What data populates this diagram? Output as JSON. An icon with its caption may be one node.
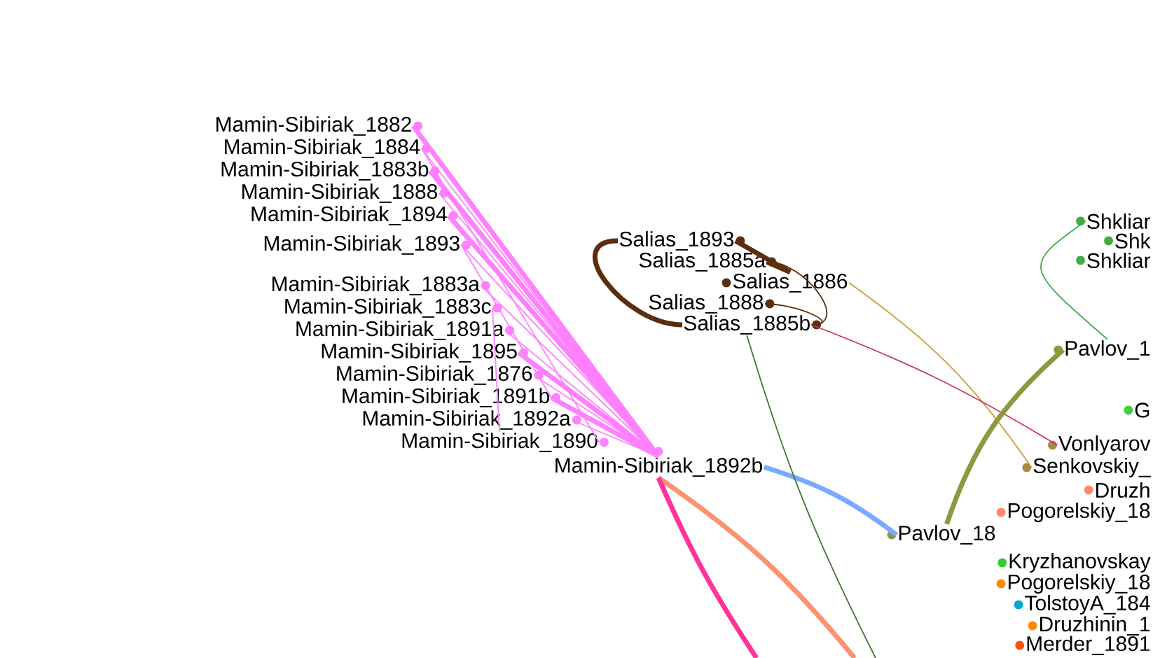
{
  "diagram": {
    "nodes": [
      {
        "text": [
          "Mamin-Sibiriak_1882"
        ]
      },
      {
        "text": [
          "Mamin-Sibiriak_1884"
        ]
      },
      {
        "text": [
          "Mamin-Sibiriak_1883b"
        ]
      },
      {
        "text": [
          "Mamin-Sibiriak_1888"
        ]
      },
      {
        "text": [
          "Mamin-Sibiriak_1894"
        ]
      },
      {
        "text": [
          "Mamin-Sibiriak_1893"
        ]
      },
      {
        "text": [
          "Mamin-Sibiriak_1883a"
        ]
      },
      {
        "text": [
          "Mamin-Sibiriak_1883c"
        ]
      },
      {
        "text": [
          "Mamin-Sibiriak_1891a"
        ]
      },
      {
        "text": [
          "Mamin-Sibiriak_1895"
        ]
      },
      {
        "text": [
          "Mamin-Sibiriak_1876"
        ]
      },
      {
        "text": [
          "Mamin-Sibiriak_1891b"
        ]
      },
      {
        "text": [
          "Mamin-Sibiriak_1892a"
        ]
      },
      {
        "text": [
          "Mamin-Sibiriak_1890"
        ]
      },
      {
        "text": [
          "Mamin-Sibiriak_1892b"
        ]
      },
      {
        "text": [
          "Salias_1893"
        ]
      },
      {
        "text": [
          "Salias_1885a"
        ]
      },
      {
        "text": [
          "Salias_1886"
        ]
      },
      {
        "text": [
          "Salias_1888"
        ]
      },
      {
        "text": [
          "Salias_1885b"
        ]
      },
      {
        "text": [
          "Shkliar"
        ]
      },
      {
        "text": [
          "Shk"
        ]
      },
      {
        "text": [
          "Shkliar"
        ]
      },
      {
        "text": [
          "Pavlov_1"
        ]
      },
      {
        "text": [
          "G"
        ]
      },
      {
        "text": [
          "Vonlyarov"
        ]
      },
      {
        "text": [
          "Senkovskiy_"
        ]
      },
      {
        "text": [
          "Druzh"
        ]
      },
      {
        "text": [
          "Pogorelskiy_18"
        ]
      },
      {
        "text": [
          "Pavlov_18"
        ]
      },
      {
        "text": [
          "Kryzhanovskay"
        ]
      },
      {
        "text": [
          "Pogorelskiy_18"
        ]
      },
      {
        "text": [
          "TolstoyA_184"
        ]
      },
      {
        "text": [
          "Druzhinin_1"
        ]
      },
      {
        "text": [
          "Merder_1891"
        ]
      }
    ],
    "edges": [
      {
        "from": 0,
        "to": 14,
        "arrow": "none",
        "style": "thick"
      },
      {
        "from": 1,
        "to": 14,
        "arrow": "none"
      },
      {
        "from": 2,
        "to": 14,
        "arrow": "none",
        "style": "thick"
      },
      {
        "from": 3,
        "to": 14,
        "arrow": "none"
      },
      {
        "from": 4,
        "to": 14,
        "arrow": "none",
        "style": "thick"
      },
      {
        "from": 5,
        "to": 14,
        "arrow": "none"
      },
      {
        "from": 6,
        "to": 14,
        "arrow": "none"
      },
      {
        "from": 7,
        "to": 13,
        "arrow": "none"
      },
      {
        "from": 9,
        "to": 14,
        "arrow": "none",
        "style": "thick"
      },
      {
        "from": 10,
        "to": 14,
        "arrow": "none"
      },
      {
        "from": 11,
        "to": 14,
        "arrow": "none",
        "style": "thick"
      },
      {
        "from": 12,
        "to": 14,
        "arrow": "none"
      },
      {
        "from": 15,
        "to": 17,
        "arrow": "none",
        "color": "#5a2e0e",
        "style": "thick"
      },
      {
        "from": 16,
        "to": 17,
        "arrow": "none",
        "color": "#5a2e0e",
        "style": "thick"
      },
      {
        "from": 15,
        "to": 19,
        "arrow": "none",
        "color": "#5a2e0e",
        "style": "thick"
      },
      {
        "from": 18,
        "to": 19,
        "arrow": "none",
        "color": "#5a2e0e"
      },
      {
        "from": 14,
        "to": 29,
        "arrow": "none",
        "color": "#7aaaff",
        "style": "thick"
      },
      {
        "from": 14,
        "to": null,
        "arrow": "none",
        "color": "#ff9070",
        "style": "thick"
      },
      {
        "from": 14,
        "to": null,
        "arrow": "none",
        "color": "#ff3399",
        "style": "thick"
      },
      {
        "from": 17,
        "to": 26,
        "arrow": "none",
        "color": "#c8a030"
      },
      {
        "from": 19,
        "to": 25,
        "arrow": "none",
        "color": "#cc3366"
      },
      {
        "from": 19,
        "to": null,
        "arrow": "none",
        "color": "#447733"
      },
      {
        "from": 23,
        "to": 29,
        "arrow": "none",
        "color": "#8a9a40",
        "style": "thick"
      },
      {
        "from": 20,
        "to": 23,
        "arrow": "none",
        "color": "#44aa44"
      },
      {
        "from": 8,
        "to": 14,
        "arrow": "none"
      },
      {
        "from": 5,
        "to": 11,
        "arrow": "none"
      },
      {
        "from": 1,
        "to": 13,
        "arrow": "none"
      },
      {
        "from": 16,
        "to": 19,
        "arrow": "none",
        "color": "#5a2e0e"
      }
    ]
  }
}
